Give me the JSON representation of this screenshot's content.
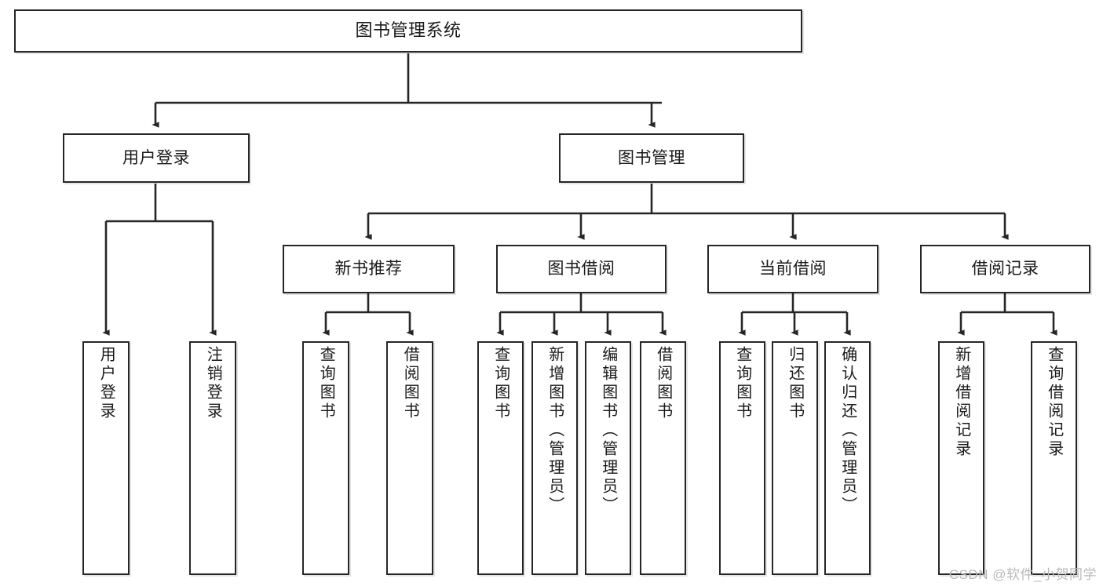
{
  "diagram": {
    "type": "tree-hierarchy-chart",
    "title": "图书管理系统",
    "stroke_color": "#262626",
    "background_color": "#ffffff",
    "text_color": "#1a1a1a",
    "root": {
      "id": "root",
      "label": "图书管理系统"
    },
    "level2": [
      {
        "id": "user-login",
        "label": "用户登录"
      },
      {
        "id": "book-management",
        "label": "图书管理"
      }
    ],
    "level3": [
      {
        "id": "new-book-recommend",
        "label": "新书推荐",
        "parent": "book-management"
      },
      {
        "id": "book-borrow",
        "label": "图书借阅",
        "parent": "book-management"
      },
      {
        "id": "current-borrow",
        "label": "当前借阅",
        "parent": "book-management"
      },
      {
        "id": "borrow-record",
        "label": "借阅记录",
        "parent": "book-management"
      }
    ],
    "leaves": [
      {
        "id": "leaf-user-login",
        "label": "用户登录",
        "parent": "user-login"
      },
      {
        "id": "leaf-logout",
        "label": "注销登录",
        "parent": "user-login"
      },
      {
        "id": "leaf-query-book-1",
        "label": "查询图书",
        "parent": "new-book-recommend"
      },
      {
        "id": "leaf-borrow-book-1",
        "label": "借阅图书",
        "parent": "new-book-recommend"
      },
      {
        "id": "leaf-query-book-2",
        "label": "查询图书",
        "parent": "book-borrow"
      },
      {
        "id": "leaf-add-book",
        "label": "新增图书（管理员）",
        "parent": "book-borrow"
      },
      {
        "id": "leaf-edit-book",
        "label": "编辑图书（管理员）",
        "parent": "book-borrow"
      },
      {
        "id": "leaf-borrow-book-2",
        "label": "借阅图书",
        "parent": "book-borrow"
      },
      {
        "id": "leaf-query-book-3",
        "label": "查询图书",
        "parent": "current-borrow"
      },
      {
        "id": "leaf-return-book",
        "label": "归还图书",
        "parent": "current-borrow"
      },
      {
        "id": "leaf-confirm-return",
        "label": "确认归还（管理员）",
        "parent": "current-borrow"
      },
      {
        "id": "leaf-add-record",
        "label": "新增借阅记录",
        "parent": "borrow-record"
      },
      {
        "id": "leaf-query-record",
        "label": "查询借阅记录",
        "parent": "borrow-record"
      }
    ]
  },
  "watermark": {
    "text": "CSDN @软件_小贺同学"
  }
}
